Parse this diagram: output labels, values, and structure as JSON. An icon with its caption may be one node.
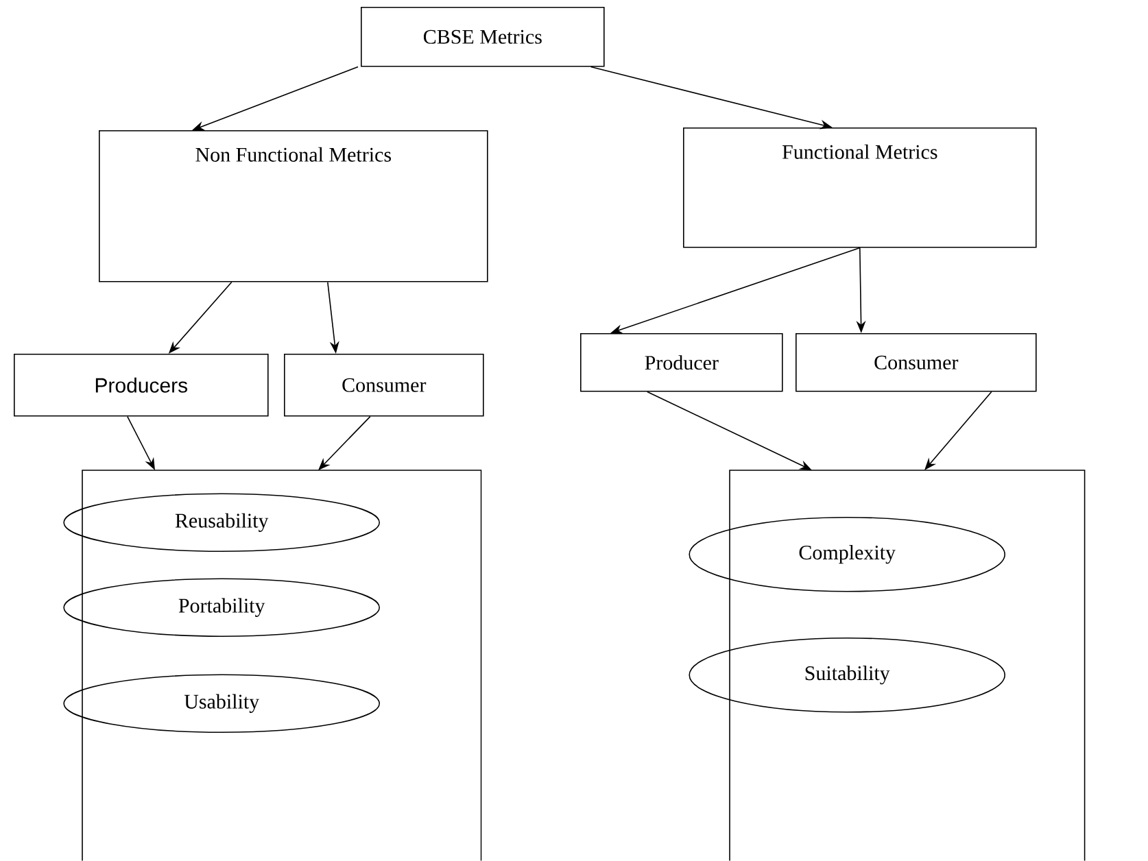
{
  "diagram": {
    "nodes": [
      {
        "text": [
          "CBSE Metrics"
        ]
      },
      {
        "text": [
          "Non Functional Metrics"
        ]
      },
      {
        "text": [
          "Functional Metrics"
        ]
      },
      {
        "text": [
          "Producers"
        ]
      },
      {
        "text": [
          "Consumer"
        ]
      },
      {
        "text": [
          "Producer"
        ]
      },
      {
        "text": [
          "Consumer"
        ]
      },
      {
        "text": [],
        "shape": "box"
      },
      {
        "text": [
          "Reusability"
        ],
        "in": 7
      },
      {
        "text": [
          "Portability"
        ],
        "in": 7
      },
      {
        "text": [
          "Usability"
        ],
        "in": 7
      },
      {
        "text": [],
        "shape": "box"
      },
      {
        "text": [
          "Complexity"
        ],
        "in": 11
      },
      {
        "text": [
          "Suitability"
        ],
        "in": 11
      }
    ],
    "edges": [
      {
        "from": 0,
        "to": 1,
        "arrow": "to"
      },
      {
        "from": 0,
        "to": 2,
        "arrow": "to"
      },
      {
        "from": 1,
        "to": 3,
        "arrow": "to"
      },
      {
        "from": 1,
        "to": 4,
        "arrow": "to"
      },
      {
        "from": 2,
        "to": 5,
        "arrow": "to"
      },
      {
        "from": 2,
        "to": 6,
        "arrow": "to"
      },
      {
        "from": 3,
        "to": 7,
        "arrow": "to"
      },
      {
        "from": 4,
        "to": 7,
        "arrow": "to"
      },
      {
        "from": 5,
        "to": 11,
        "arrow": "to"
      },
      {
        "from": 6,
        "to": 11,
        "arrow": "to"
      }
    ]
  }
}
